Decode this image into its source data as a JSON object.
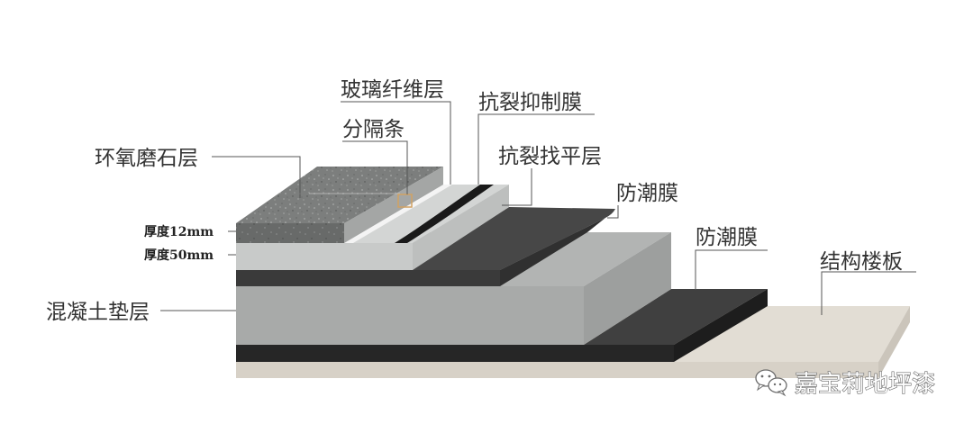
{
  "labels": {
    "glass_fiber": "玻璃纤维层",
    "crack_inhibit": "抗裂抑制膜",
    "divider": "分隔条",
    "terrazzo": "环氧磨石层",
    "leveling": "抗裂找平层",
    "damp_upper": "防潮膜",
    "damp_lower": "防潮膜",
    "slab": "结构楼板",
    "concrete": "混凝土垫层",
    "thickness_12": "厚度12mm",
    "thickness_50": "厚度50mm"
  },
  "watermark": {
    "icon": "wechat-icon",
    "text": "嘉宝莉地坪漆"
  },
  "colors": {
    "slab": "#ddd7cd",
    "concrete": "#a8aaa9",
    "leveling": "#cacccb",
    "membrane": "#2e2e2e",
    "terrazzo": "#7c7e7d",
    "divider_marker": "#d2a263"
  }
}
